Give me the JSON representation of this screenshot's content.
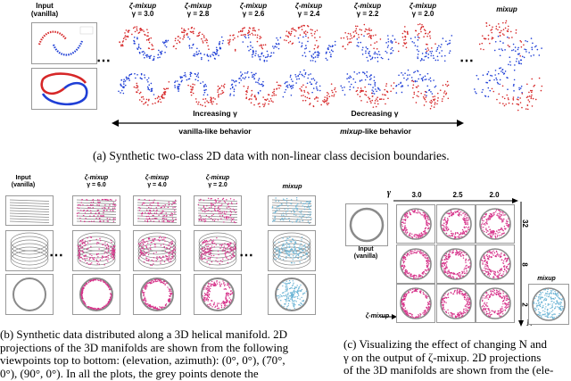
{
  "panel_a": {
    "input_label_line1": "Input",
    "input_label_line2": "(vanilla)",
    "columns": [
      {
        "method": "ζ-mixup",
        "gamma": "γ = 3.0"
      },
      {
        "method": "ζ-mixup",
        "gamma": "γ = 2.8"
      },
      {
        "method": "ζ-mixup",
        "gamma": "γ = 2.6"
      },
      {
        "method": "ζ-mixup",
        "gamma": "γ = 2.4"
      },
      {
        "method": "ζ-mixup",
        "gamma": "γ = 2.2"
      },
      {
        "method": "ζ-mixup",
        "gamma": "γ = 2.0"
      }
    ],
    "mixup_label": "mixup",
    "ellipsis": "⋯",
    "increasing_label": "Increasing γ",
    "decreasing_label": "Decreasing γ",
    "vanilla_like": "vanilla-like behavior",
    "mixup_like_italic": "mixup",
    "mixup_like_rest": "-like behavior",
    "caption": "(a) Synthetic two-class 2D data with non-linear class decision boundaries.",
    "colors": {
      "red": "#d62728",
      "blue": "#1f3fd6"
    }
  },
  "panel_b": {
    "input_label_line1": "Input",
    "input_label_line2": "(vanilla)",
    "columns": [
      {
        "method": "ζ-mixup",
        "gamma": "γ = 6.0"
      },
      {
        "method": "ζ-mixup",
        "gamma": "γ = 4.0"
      },
      {
        "method": "ζ-mixup",
        "gamma": "γ = 2.0"
      }
    ],
    "mixup_label": "mixup",
    "ellipsis": "⋯",
    "caption_lines": [
      "(b) Synthetic data distributed along a 3D helical manifold. 2D",
      "projections of the 3D manifolds are shown from the following",
      "viewpoints top to bottom: (elevation, azimuth): (0°, 0°), (70°,",
      "0°), (90°, 0°). In all the plots, the grey points denote the"
    ],
    "colors": {
      "grey": "#8a8a8a",
      "pink": "#d6338a",
      "cyan": "#6fb6d6"
    }
  },
  "panel_c": {
    "gamma_axis": "γ",
    "gamma_values": [
      "3.0",
      "2.5",
      "2.0"
    ],
    "n_axis": "N",
    "n_values": [
      "32",
      "8",
      "2"
    ],
    "input_label_line1": "Input",
    "input_label_line2": "(vanilla)",
    "zeta_label": "ζ-mixup",
    "mixup_label": "mixup",
    "caption_lines": [
      "(c) Visualizing the effect of changing N and",
      "γ on the output of ζ-mixup. 2D projections",
      "of the 3D manifolds are shown from the (ele-"
    ]
  }
}
